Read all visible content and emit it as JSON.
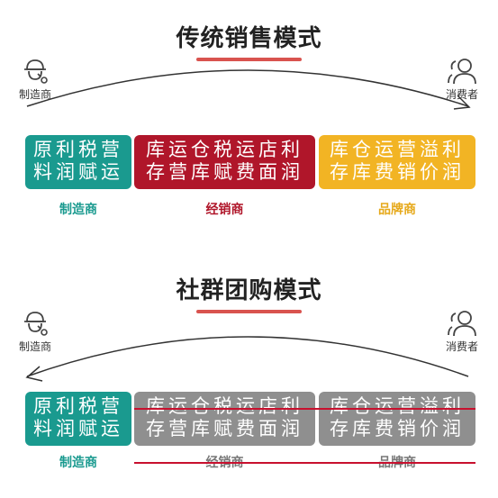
{
  "traditional": {
    "title": "传统销售模式",
    "left_endpoint": {
      "label": "制造商",
      "icon": "worker-icon"
    },
    "right_endpoint": {
      "label": "消费者",
      "icon": "people-icon"
    },
    "blocks": [
      {
        "rows": [
          "原利税营",
          "料润赋运"
        ],
        "caption": "制造商",
        "color": "#1a9a8f"
      },
      {
        "rows": [
          "库运仓税运店利",
          "存营库赋费面润"
        ],
        "caption": "经销商",
        "color": "#b0162a"
      },
      {
        "rows": [
          "库仓运营溢利",
          "存库费销价润"
        ],
        "caption": "品牌商",
        "color": "#f2b424"
      }
    ],
    "arrow_direction": "left-to-right"
  },
  "group_buying": {
    "title": "社群团购模式",
    "left_endpoint": {
      "label": "制造商",
      "icon": "worker-icon"
    },
    "right_endpoint": {
      "label": "消费者",
      "icon": "people-icon"
    },
    "blocks": [
      {
        "rows": [
          "原利税营",
          "料润赋运"
        ],
        "caption": "制造商",
        "color": "#1a9a8f"
      },
      {
        "rows": [
          "库运仓税运店利",
          "存营库赋费面润"
        ],
        "caption": "经销商",
        "color": "#8f8f8f",
        "struck": true
      },
      {
        "rows": [
          "库仓运营溢利",
          "存库费销价润"
        ],
        "caption": "品牌商",
        "color": "#8f8f8f",
        "struck": true
      }
    ],
    "arrow_direction": "right-to-left"
  }
}
